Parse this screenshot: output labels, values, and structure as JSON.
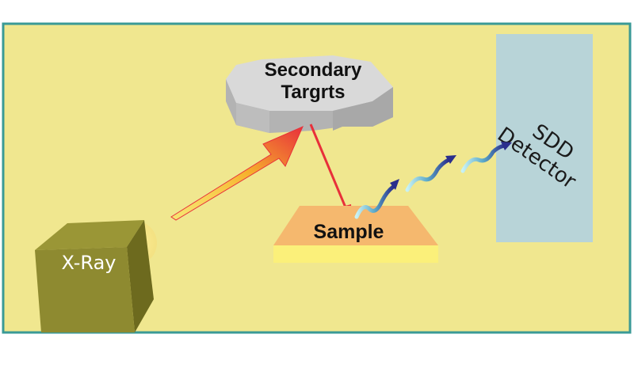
{
  "diagram": {
    "labels": {
      "secondary_line1": "Secondary",
      "secondary_line2": "Targrts",
      "sample": "Sample",
      "xray": "X-Ray",
      "detector_line1": "SDD",
      "detector_line2": "Detector"
    },
    "colors": {
      "background": "#f0e78f",
      "border": "#3a9a96",
      "detector": "#b8d4d8",
      "sample_top": "#f5b86e",
      "sample_side": "#fbf07a",
      "xray_front": "#8e8a30",
      "xray_top": "#9a9636",
      "xray_side": "#6d6a1e",
      "target_top": "#d9d9d9",
      "target_side": "#b3b3b3",
      "red_arrow": "#e8303a",
      "wave_start": "#b9eef2",
      "wave_end": "#2a2e8c"
    }
  }
}
